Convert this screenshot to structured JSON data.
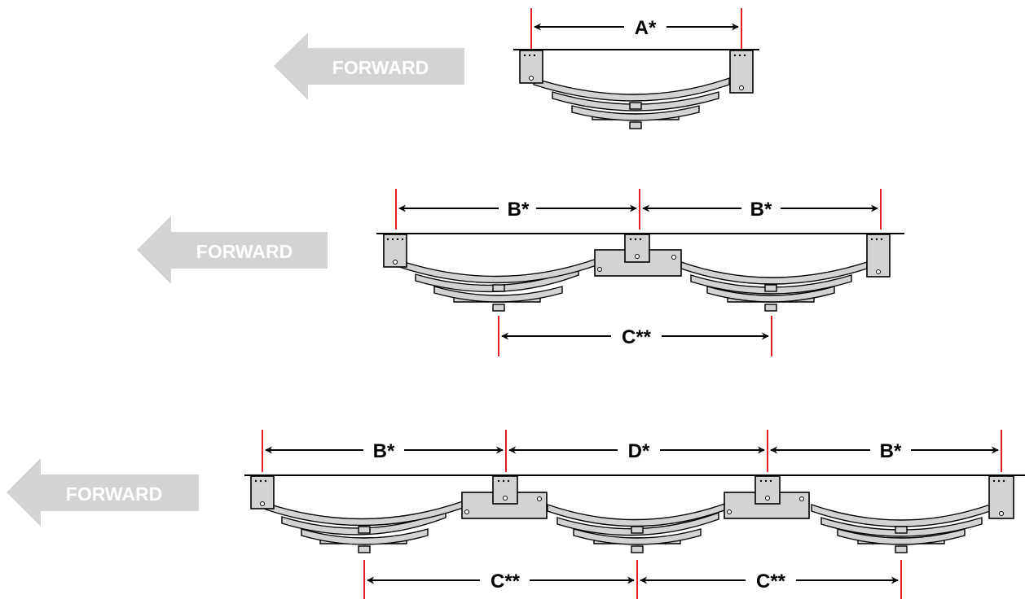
{
  "forward_label": "FORWARD",
  "colors": {
    "guide_line": "#e41e26",
    "component_fill": "#d2d3d5",
    "arrow_fill": "#d2d3d5",
    "outline": "#000000"
  },
  "diagrams": [
    {
      "axles": 1,
      "top_dimensions": [
        "A*"
      ],
      "bottom_dimensions": []
    },
    {
      "axles": 2,
      "top_dimensions": [
        "B*",
        "B*"
      ],
      "bottom_dimensions": [
        "C**"
      ]
    },
    {
      "axles": 3,
      "top_dimensions": [
        "B*",
        "D*",
        "B*"
      ],
      "bottom_dimensions": [
        "C**",
        "C**"
      ]
    }
  ]
}
